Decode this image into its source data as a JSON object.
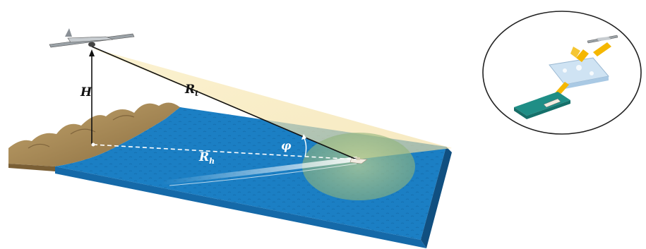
{
  "labels": {
    "height": "H",
    "slant_range_main": "R",
    "slant_range_sub": "t",
    "horizontal_range_main": "R",
    "horizontal_range_sub": "h",
    "angle": "φ"
  },
  "colors": {
    "sea_top": "#1b7fc4",
    "sea_side": "#1569a8",
    "land": "#a88b5a",
    "beam": "#f6e6b0",
    "footprint": "#9fbf7a",
    "inset_pad": "#1f8e86"
  },
  "icons": {
    "aircraft": "uav-icon",
    "vessel": "boat-icon",
    "inset_aircraft": "uav-icon",
    "inset_vessel": "boat-icon"
  }
}
